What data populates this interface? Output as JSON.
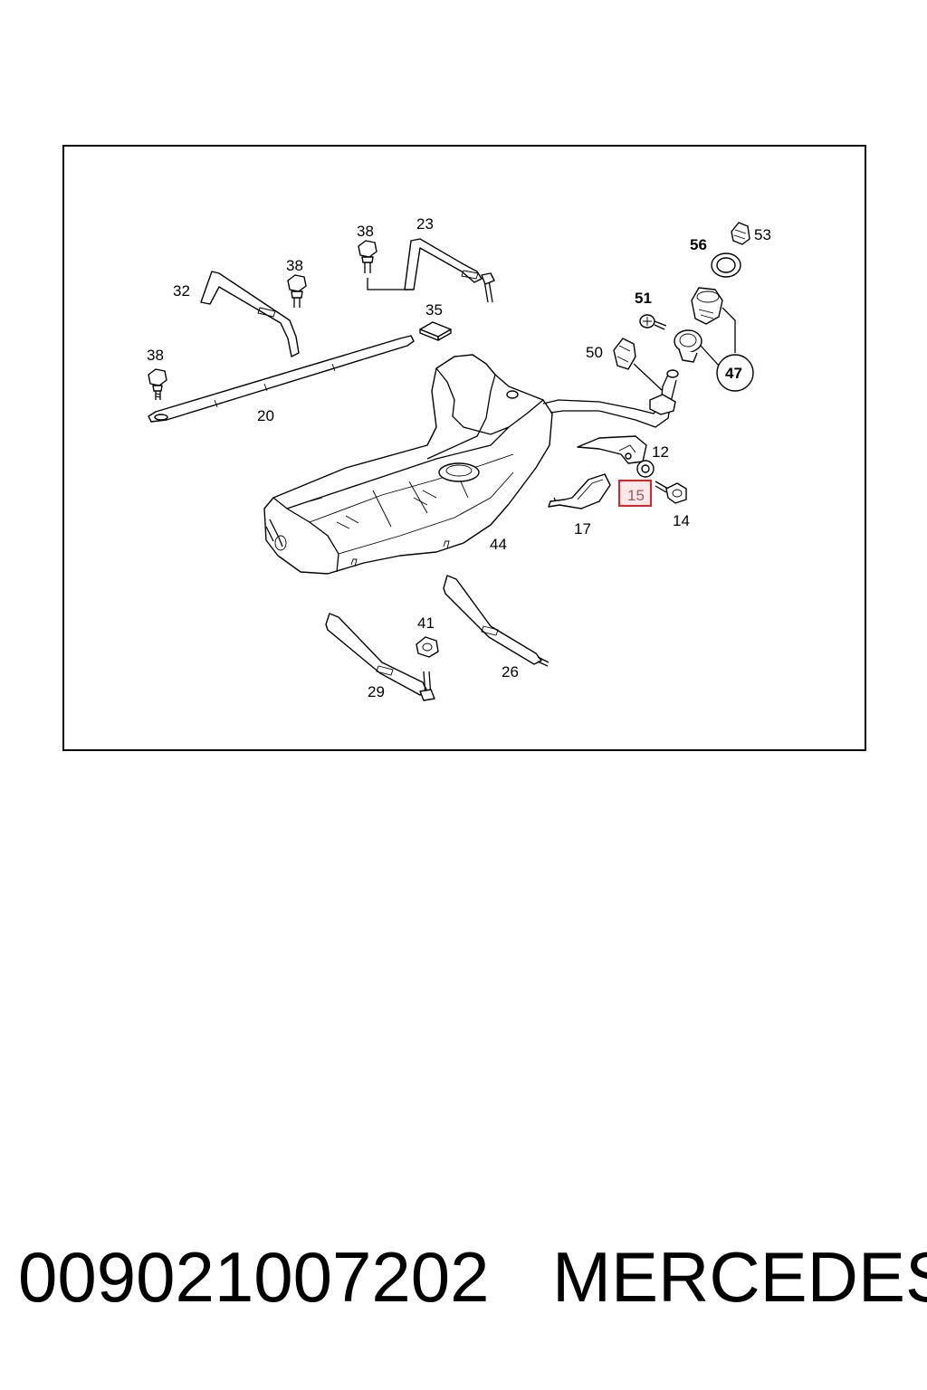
{
  "diagram": {
    "callouts": {
      "c12": "12",
      "c14": "14",
      "c15": "15",
      "c17": "17",
      "c20": "20",
      "c23": "23",
      "c26": "26",
      "c29": "29",
      "c32": "32",
      "c35": "35",
      "c38a": "38",
      "c38b": "38",
      "c38c": "38",
      "c41": "41",
      "c44": "44",
      "c47": "47",
      "c50": "50",
      "c51": "51",
      "c53": "53",
      "c56": "56"
    },
    "highlight_color": "#d9252a",
    "highlight_fill": "#fbe9ea"
  },
  "footer": {
    "part_number": "009021007202",
    "brand": "MERCEDES"
  }
}
